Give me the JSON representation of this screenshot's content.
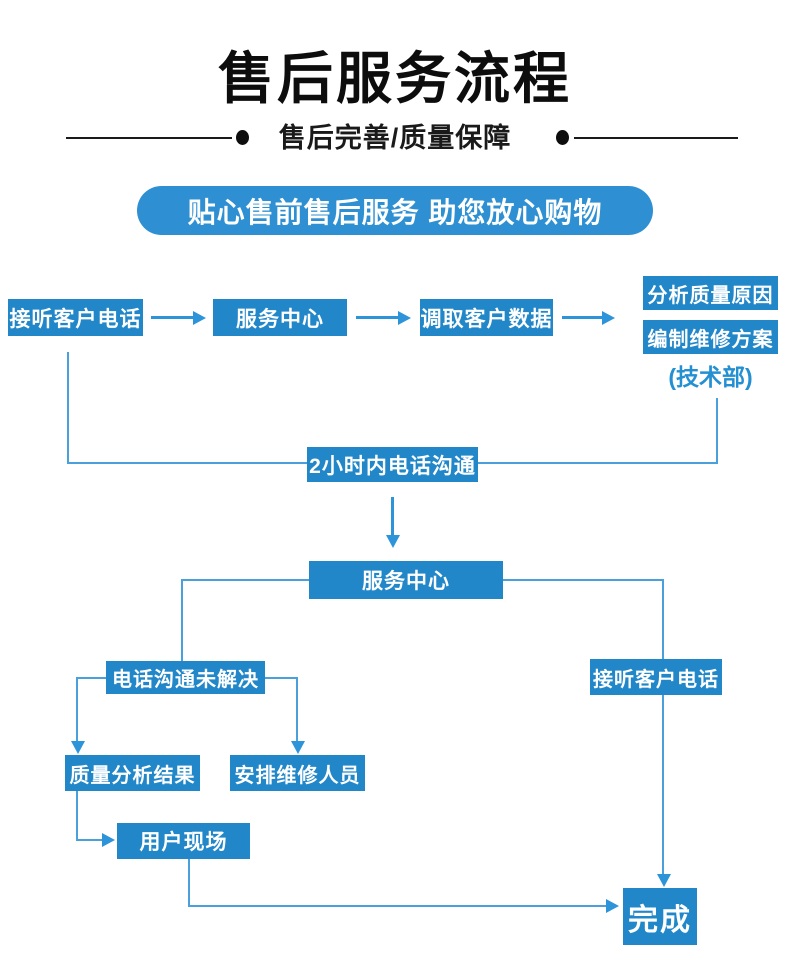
{
  "header": {
    "title": "售后服务流程",
    "subtitle": "售后完善/质量保障",
    "banner": "贴心售前售后服务 助您放心购物"
  },
  "flow": {
    "answer_call_1": "接听客户电话",
    "service_center_1": "服务中心",
    "fetch_customer_data": "调取客户数据",
    "analyze_quality": "分析质量原因",
    "make_repair_plan": "编制维修方案",
    "dept_note": "(技术部)",
    "phone_within_2h": "2小时内电话沟通",
    "service_center_2": "服务中心",
    "phone_unresolved": "电话沟通未解决",
    "answer_call_2": "接听客户电话",
    "quality_analysis_result": "质量分析结果",
    "assign_repair_staff": "安排维修人员",
    "customer_site": "用户现场",
    "done": "完成"
  },
  "colors": {
    "box_blue": "#2287c9",
    "banner_blue": "#2e90d2",
    "line_blue": "#4aa0da",
    "arrow_blue": "#2d94da",
    "note_blue": "#2490d2",
    "text_dark": "#0d0d0d"
  }
}
